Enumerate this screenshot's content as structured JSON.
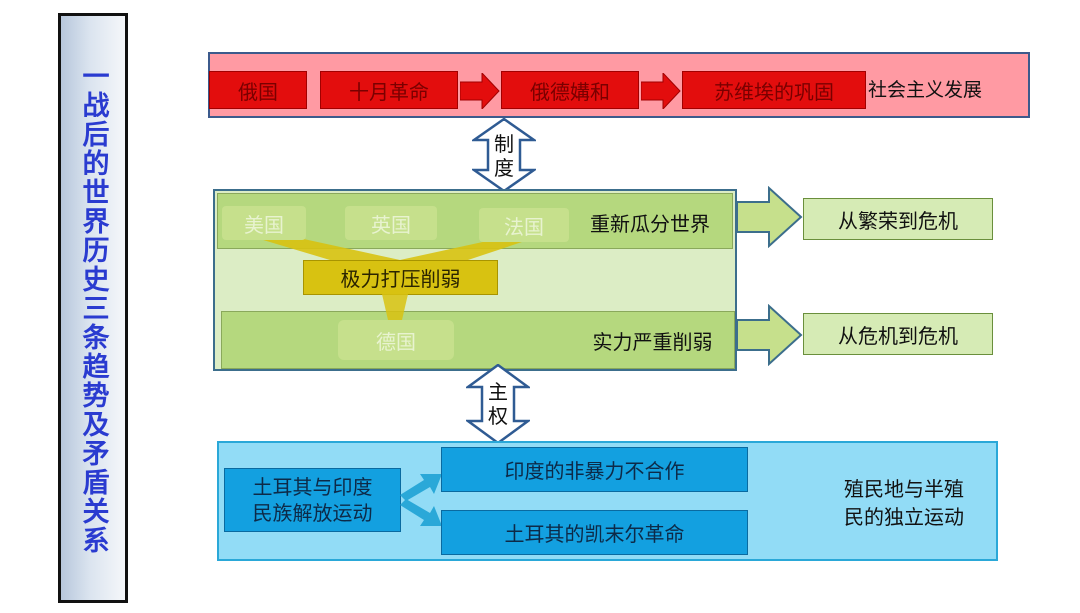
{
  "side_title": "一战后的世界历史三条趋势及矛盾关系",
  "top_row": {
    "items": [
      "俄国",
      "十月革命",
      "俄德媾和",
      "苏维埃的巩固"
    ],
    "end_label": "社会主义发展"
  },
  "arrow_top": {
    "line1": "制",
    "line2": "度"
  },
  "green": {
    "countries_top": [
      "美国",
      "英国",
      "法国"
    ],
    "press_label": "极力打压削弱",
    "germany": "德国",
    "row1_text": "重新瓜分世界",
    "row2_text": "实力严重削弱",
    "result1": "从繁荣到危机",
    "result2": "从危机到危机"
  },
  "arrow_mid": {
    "line1": "主",
    "line2": "权"
  },
  "blue": {
    "source_line1": "土耳其与印度",
    "source_line2": "民族解放运动",
    "branch1": "印度的非暴力不合作",
    "branch2": "土耳其的凯末尔革命",
    "end_line1": "殖民地与半殖",
    "end_line2": "民的独立运动"
  },
  "colors": {
    "title_text": "#2a3bd0",
    "red_box": "#e30d0d",
    "red_band": "#ff9aa3",
    "green_outer": "#dcedc5",
    "green_row": "#b5d87e",
    "press_box": "#d8c211",
    "blue_outer": "#92dcf6",
    "blue_box": "#13a0e0"
  }
}
